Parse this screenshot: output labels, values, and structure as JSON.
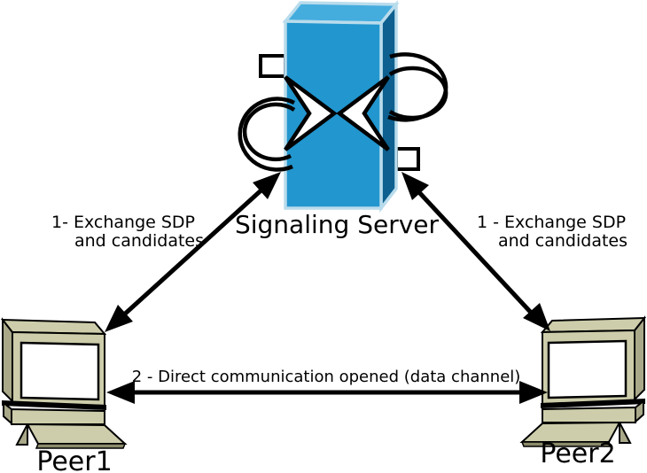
{
  "diagram": {
    "server": {
      "label": "Signaling Server"
    },
    "peers": {
      "peer1": "Peer1",
      "peer2": "Peer2"
    },
    "labels": {
      "left_line1": "1- Exchange SDP",
      "left_line2": "and candidates",
      "right_line1": "1 - Exchange SDP",
      "right_line2": "and candidates",
      "bottom": "2 - Direct communication opened (data channel)"
    }
  },
  "colors": {
    "server_top": "#45ACDE",
    "server_front": "#2296CE",
    "server_side": "#0D608F",
    "server_edge": "#B9DCEC",
    "computer_body": "#CDCDAB",
    "computer_side": "#A9A98A",
    "computer_shadow": "#8B8B6B",
    "screen": "#FFFFFF",
    "ink": "#000000",
    "background": "#FFFFFF"
  }
}
